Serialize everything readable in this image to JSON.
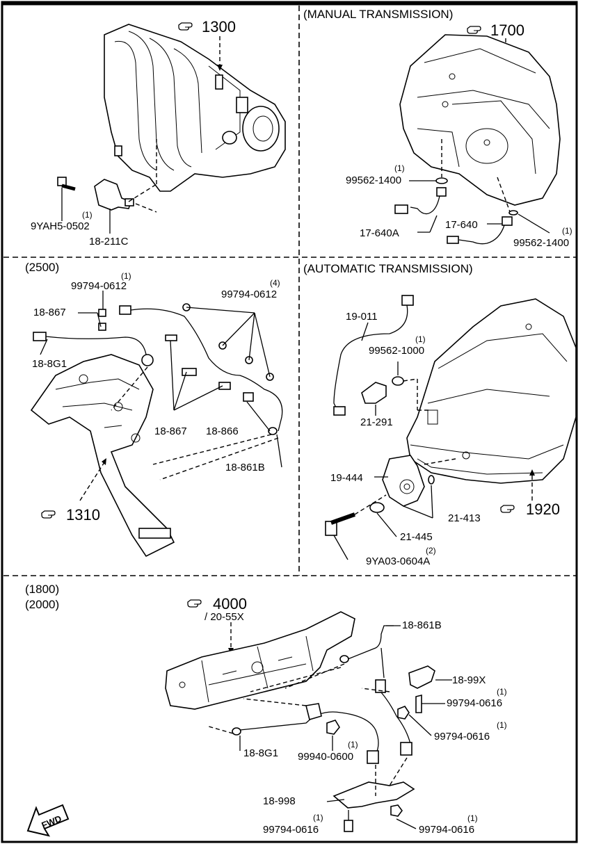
{
  "sections": {
    "manual": "(MANUAL TRANSMISSION)",
    "automatic": "(AUTOMATIC TRANSMISSION)",
    "engine_2500": "(2500)",
    "engine_1800": "(1800)",
    "engine_2000": "(2000)"
  },
  "refs": {
    "r1300": "1300",
    "r1700": "1700",
    "r1310": "1310",
    "r1920": "1920",
    "r4000": "4000",
    "r4000_sub": "/ 20-55X"
  },
  "parts": {
    "p9yah5": "9YAH5-0502",
    "p9yah5_qty": "(1)",
    "p18211c": "18-211C",
    "p99562_1400a": "99562-1400",
    "p99562_1400a_qty": "(1)",
    "p17640a": "17-640A",
    "p17640": "17-640",
    "p99562_1400b": "99562-1400",
    "p99562_1400b_qty": "(1)",
    "p99794_0612a": "99794-0612",
    "p99794_0612a_qty": "(1)",
    "p99794_0612b": "99794-0612",
    "p99794_0612b_qty": "(4)",
    "p18867a": "18-867",
    "p188g1a": "18-8G1",
    "p18867b": "18-867",
    "p18866": "18-866",
    "p18861ba": "18-861B",
    "p19011": "19-011",
    "p99562_1000": "99562-1000",
    "p99562_1000_qty": "(1)",
    "p21291": "21-291",
    "p19444": "19-444",
    "p21413": "21-413",
    "p21445": "21-445",
    "p9ya03": "9YA03-0604A",
    "p9ya03_qty": "(2)",
    "p18861bb": "18-861B",
    "p1899x": "18-99X",
    "p99794_0616a": "99794-0616",
    "p99794_0616a_qty": "(1)",
    "p99794_0616b": "99794-0616",
    "p99794_0616b_qty": "(1)",
    "p188g1b": "18-8G1",
    "p99940": "99940-0600",
    "p99940_qty": "(1)",
    "p18998": "18-998",
    "p99794_0616c": "99794-0616",
    "p99794_0616c_qty": "(1)",
    "p99794_0616d": "99794-0616",
    "p99794_0616d_qty": "(1)"
  },
  "fwd": "FWD",
  "icons": [
    "pointing-hand-icon",
    "fwd-arrow-icon"
  ]
}
